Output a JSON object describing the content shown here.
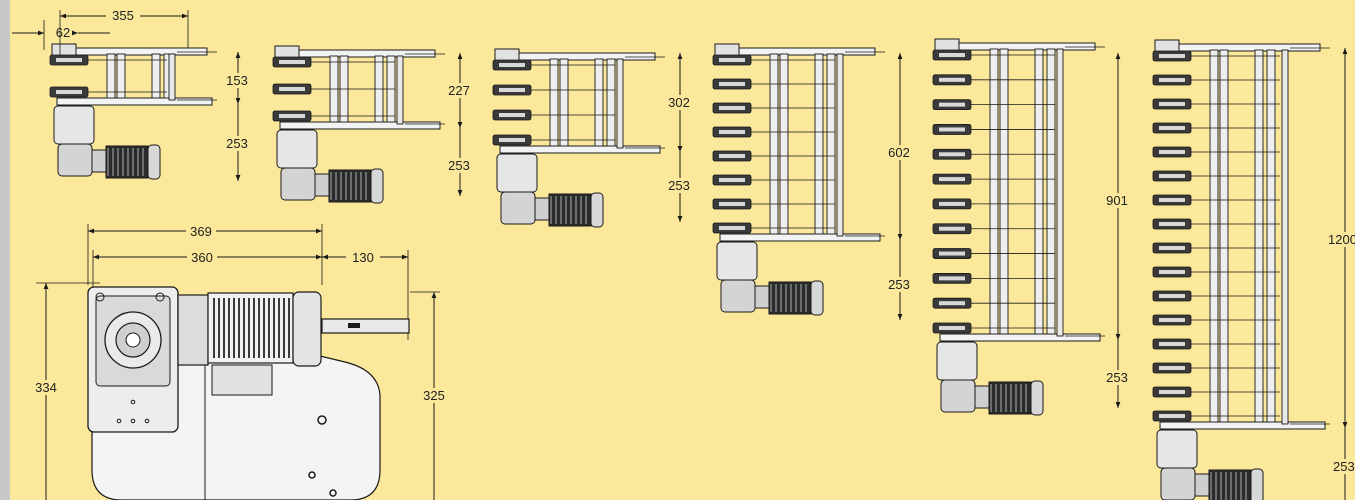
{
  "colors": {
    "background": "#fbe89a",
    "left_border": "#c8c8c8",
    "line": "#1a1a1a",
    "metal_light": "#e8e8e8",
    "metal_mid": "#b5b5b5",
    "metal_dark": "#5a5a5a",
    "motor": "#2b2b2b"
  },
  "dimensions": {
    "d355": "355",
    "d62": "62",
    "d153": "153",
    "d253_a": "253",
    "d227": "227",
    "d253_b": "253",
    "d302": "302",
    "d253_c": "253",
    "d602": "602",
    "d253_d": "253",
    "d901": "901",
    "d253_e": "253",
    "d1200": "1200",
    "d253_f": "253",
    "d369": "369",
    "d360": "360",
    "d130": "130",
    "d334": "334",
    "d325": "325"
  },
  "units": [
    {
      "id": "unit-153",
      "sprockets": 2
    },
    {
      "id": "unit-227",
      "sprockets": 3
    },
    {
      "id": "unit-302",
      "sprockets": 4
    },
    {
      "id": "unit-602",
      "sprockets": 8
    },
    {
      "id": "unit-901",
      "sprockets": 12
    },
    {
      "id": "unit-1200",
      "sprockets": 16
    }
  ]
}
